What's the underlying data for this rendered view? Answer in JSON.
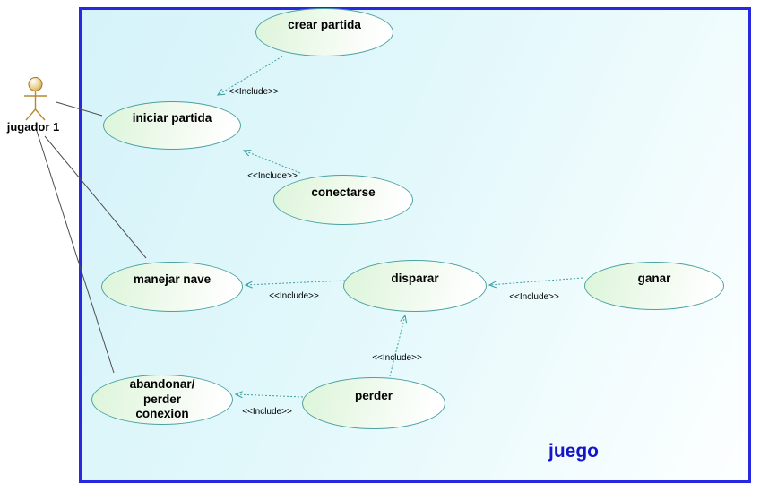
{
  "diagram": {
    "type": "uml-use-case",
    "system": {
      "name": "juego"
    },
    "actor": {
      "name": "jugador 1"
    },
    "use_cases": [
      {
        "id": "crear-partida",
        "label": "crear partida"
      },
      {
        "id": "iniciar-partida",
        "label": "iniciar partida"
      },
      {
        "id": "conectarse",
        "label": "conectarse"
      },
      {
        "id": "manejar-nave",
        "label": "manejar nave"
      },
      {
        "id": "disparar",
        "label": "disparar"
      },
      {
        "id": "ganar",
        "label": "ganar"
      },
      {
        "id": "abandonar-perder-conexion",
        "label": "abandonar/\nperder\nconexion"
      },
      {
        "id": "perder",
        "label": "perder"
      }
    ],
    "includes": [
      {
        "from": "crear partida",
        "to": "iniciar partida",
        "label": "<<Include>>"
      },
      {
        "from": "conectarse",
        "to": "iniciar partida",
        "label": "<<Include>>"
      },
      {
        "from": "disparar",
        "to": "manejar nave",
        "label": "<<Include>>"
      },
      {
        "from": "ganar",
        "to": "disparar",
        "label": "<<Include>>"
      },
      {
        "from": "perder",
        "to": "disparar",
        "label": "<<Include>>"
      },
      {
        "from": "perder",
        "to": "abandonar/perder conexion",
        "label": "<<Include>>"
      }
    ],
    "associations": [
      {
        "from": "jugador 1",
        "to": "iniciar partida"
      },
      {
        "from": "jugador 1",
        "to": "manejar nave"
      },
      {
        "from": "jugador 1",
        "to": "abandonar/perder conexion"
      }
    ],
    "colors": {
      "boundary_border": "#2828e0",
      "boundary_fill_start": "#d5f3f9",
      "boundary_fill_end": "#fdffff",
      "ellipse_stroke": "#4ba2a3",
      "ellipse_fill_start": "#dcf5d9",
      "ellipse_fill_end": "#ffffff",
      "include_line": "#3fa0a0",
      "association_line": "#4d4d4d",
      "actor_stroke": "#b7892e",
      "system_label_text": "#1414cc",
      "label_text": "#000000"
    }
  }
}
